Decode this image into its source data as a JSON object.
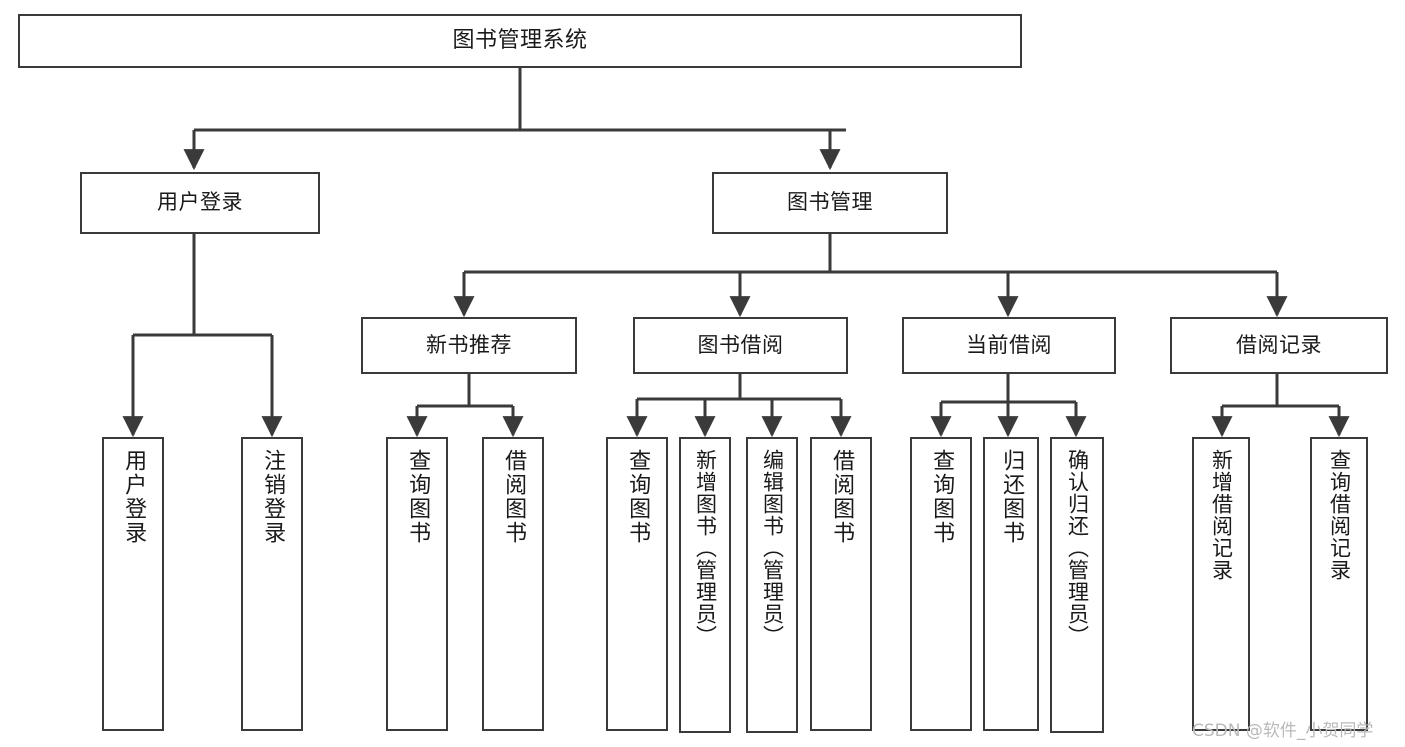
{
  "diagram": {
    "title": "图书管理系统",
    "type": "tree-hierarchy-diagram",
    "background_color": "#ffffff",
    "stroke_color": "#3a3a3a",
    "text_color": "#1a1a1a"
  },
  "nodes": {
    "root": {
      "label": "图书管理系统"
    },
    "level1": [
      {
        "label": "用户登录"
      },
      {
        "label": "图书管理"
      }
    ],
    "level2": [
      {
        "label": "新书推荐"
      },
      {
        "label": "图书借阅"
      },
      {
        "label": "当前借阅"
      },
      {
        "label": "借阅记录"
      }
    ],
    "leaves": {
      "user_login": [
        {
          "label": "用户登录"
        },
        {
          "label": "注销登录"
        }
      ],
      "new_book_recommend": [
        {
          "label": "查询图书"
        },
        {
          "label": "借阅图书"
        }
      ],
      "book_borrow": [
        {
          "label": "查询图书"
        },
        {
          "label": "新增图书（管理员）"
        },
        {
          "label": "编辑图书（管理员）"
        },
        {
          "label": "借阅图书"
        }
      ],
      "current_borrow": [
        {
          "label": "查询图书"
        },
        {
          "label": "归还图书"
        },
        {
          "label": "确认归还（管理员）"
        }
      ],
      "borrow_records": [
        {
          "label": "新增借阅记录"
        },
        {
          "label": "查询借阅记录"
        }
      ]
    }
  },
  "watermark": {
    "text": "CSDN @软件_小贺同学"
  }
}
